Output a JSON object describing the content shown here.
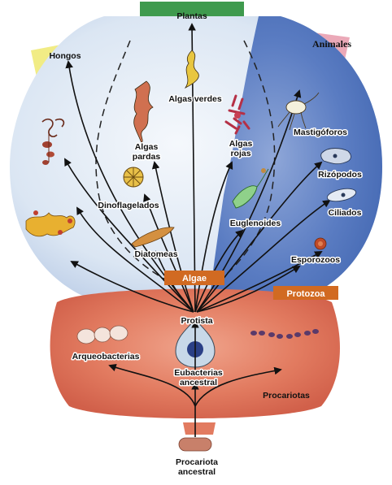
{
  "groups": {
    "plantas": "Plantas",
    "animales": "Animales",
    "hongos": "Hongos"
  },
  "protists": {
    "algas_verdes": "Algas verdes",
    "algas_pardas": "Algas\npardas",
    "algas_rojas": "Algas\nrojas",
    "dinoflagelados": "Dinoflagelados",
    "euglenoides": "Euglenoides",
    "diatomeas": "Diatomeas",
    "mastigoforos": "Mastigóforos",
    "rizopodos": "Rizópodos",
    "ciliados": "Ciliados",
    "esporozoos": "Esporozoos"
  },
  "boxes": {
    "algae": "Algae",
    "protozoa": "Protozoa"
  },
  "base": {
    "protista": "Protista",
    "arqueobacterias": "Arqueobacterias",
    "eubacterias": "Eubacterias\nancestral",
    "procariotas": "Procariotas",
    "procariota_ancestral": "Procariota\nancestral"
  },
  "colors": {
    "plantas_band": "#3f9a4e",
    "animales_band": "#e79aac",
    "hongos_band": "#f0ea78",
    "algae_region": "#dfe8f4",
    "protozoa_region": "#4f72bb",
    "prokaryote_region": "#e0735a",
    "label_box": "#d16a22"
  }
}
